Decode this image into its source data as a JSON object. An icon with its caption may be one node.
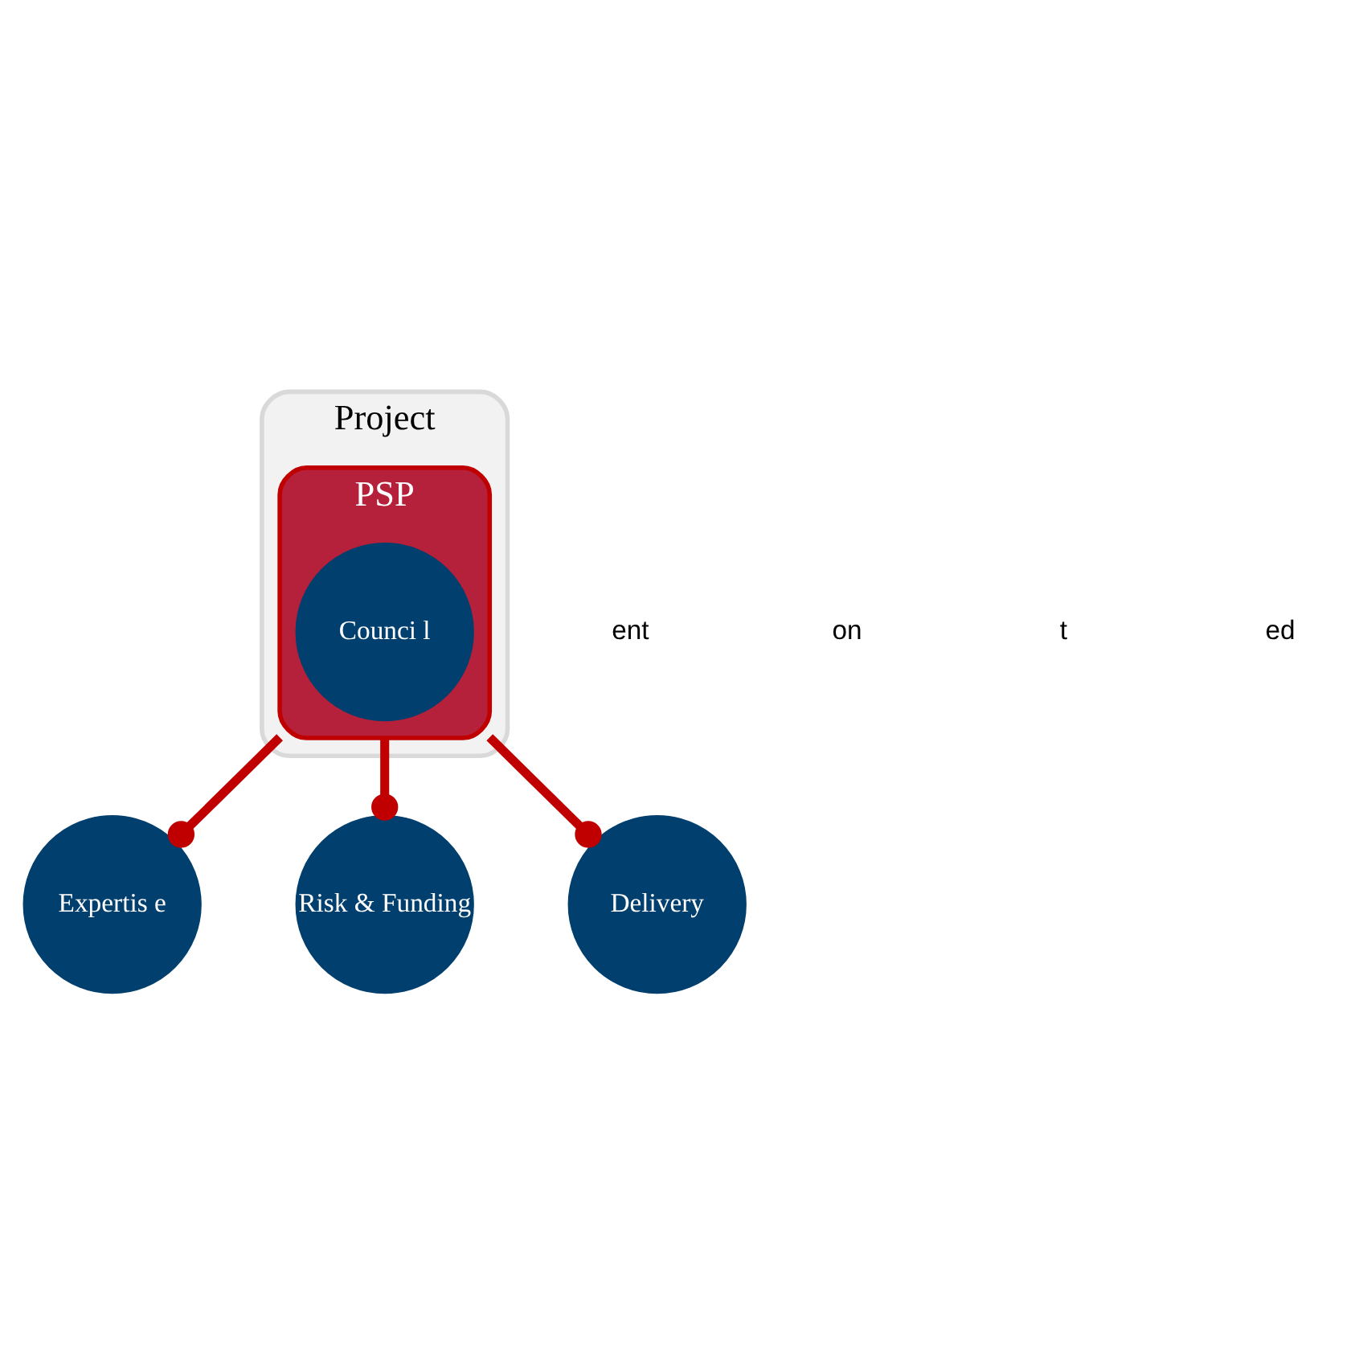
{
  "diagram": {
    "nodes": [
      {
        "text": [
          "Project"
        ]
      },
      {
        "text": [
          "PSP"
        ],
        "in": 0
      },
      {
        "text": [
          "Counci l"
        ],
        "in": 1
      },
      {
        "text": [
          "Expertis e"
        ]
      },
      {
        "text": [
          "Risk & Funding"
        ]
      },
      {
        "text": [
          "Delivery"
        ]
      }
    ],
    "edges": [
      {
        "from": 1,
        "to": 3,
        "arrow": "other"
      },
      {
        "from": 1,
        "to": 4,
        "arrow": "other"
      },
      {
        "from": 1,
        "to": 5,
        "arrow": "other"
      }
    ],
    "labels": [
      "ent",
      "on",
      "t",
      "ed"
    ]
  }
}
